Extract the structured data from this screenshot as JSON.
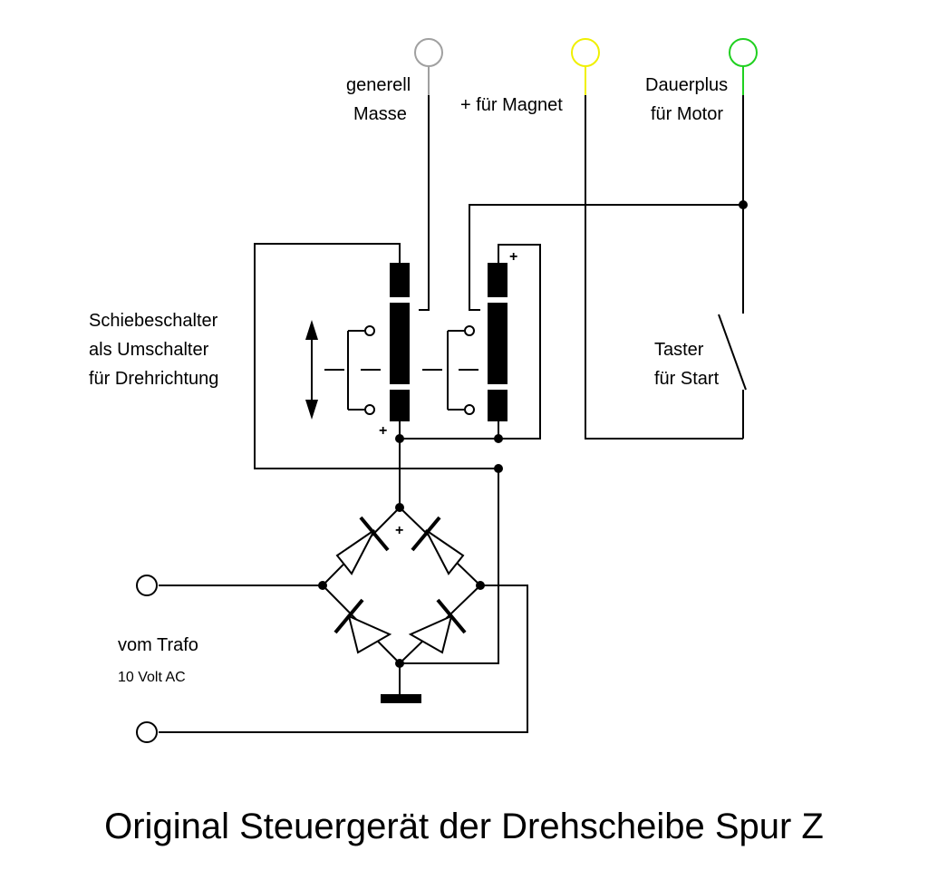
{
  "title": "Original Steuergerät der Drehscheibe Spur Z",
  "labels": {
    "masse_line1": "generell",
    "masse_line2": "Masse",
    "magnet": "+ für Magnet",
    "motor_line1": "Dauerplus",
    "motor_line2": "für Motor",
    "switch_line1": "Schiebeschalter",
    "switch_line2": "als Umschalter",
    "switch_line3": "für Drehrichtung",
    "taster_line1": "Taster",
    "taster_line2": "für Start",
    "trafo_line1": "vom Trafo",
    "trafo_line2": "10 Volt  AC",
    "plus_contact": "+",
    "plus_switch": "+",
    "plus_bridge": "+"
  },
  "colors": {
    "masse_terminal": "#a0a0a0",
    "magnet_terminal": "#f0f000",
    "motor_terminal": "#20d020",
    "wire": "#000000"
  }
}
